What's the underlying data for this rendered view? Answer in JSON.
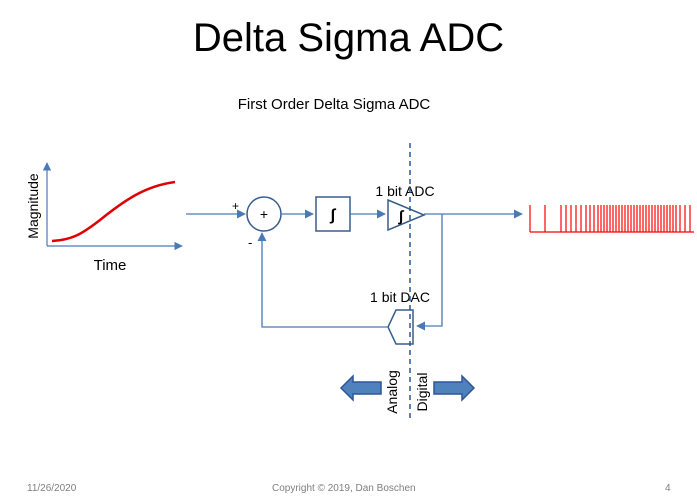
{
  "slide": {
    "title": "Delta Sigma ADC",
    "subtitle": "First Order Delta Sigma ADC",
    "page_number": "4"
  },
  "footer": {
    "date": "11/26/2020",
    "copyright": "Copyright © 2019, Dan Boschen"
  },
  "diagram": {
    "input_plot": {
      "y_label": "Magnitude",
      "x_label": "Time",
      "curve_color": "#e00000"
    },
    "summer": {
      "symbol": "+",
      "plus_sign": "+",
      "minus_sign": "-"
    },
    "integrator": {
      "symbol": "∫"
    },
    "comparator": {
      "label": "1 bit ADC",
      "symbol": "∫"
    },
    "dac": {
      "label": "1 bit DAC"
    },
    "boundary": {
      "analog_label": "Analog",
      "digital_label": "Digital"
    },
    "colors": {
      "line": "#4a7ab5",
      "arrow": "#4f81bd",
      "arrow_border": "#2f5597",
      "pulses": "#ff0000"
    }
  }
}
